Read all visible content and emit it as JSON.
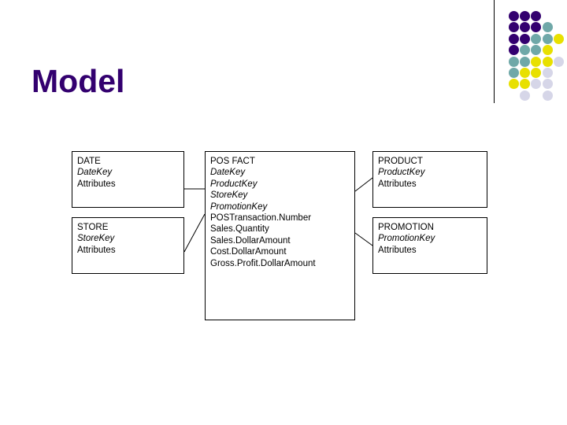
{
  "slide": {
    "title": "Model",
    "title_color": "#33006f",
    "background_color": "#ffffff"
  },
  "decoration": {
    "rule_color": "#000000",
    "dot_colors": {
      "purple": "#33006f",
      "teal": "#6fa8a8",
      "yellow": "#e8e000",
      "lavender": "#d6d6e8"
    },
    "dot_grid": [
      {
        "row": 1,
        "col": 1,
        "color": "purple"
      },
      {
        "row": 1,
        "col": 2,
        "color": "purple"
      },
      {
        "row": 1,
        "col": 3,
        "color": "purple"
      },
      {
        "row": 2,
        "col": 1,
        "color": "purple"
      },
      {
        "row": 2,
        "col": 2,
        "color": "purple"
      },
      {
        "row": 2,
        "col": 3,
        "color": "purple"
      },
      {
        "row": 2,
        "col": 4,
        "color": "teal"
      },
      {
        "row": 3,
        "col": 1,
        "color": "purple"
      },
      {
        "row": 3,
        "col": 2,
        "color": "purple"
      },
      {
        "row": 3,
        "col": 3,
        "color": "teal"
      },
      {
        "row": 3,
        "col": 4,
        "color": "teal"
      },
      {
        "row": 3,
        "col": 5,
        "color": "yellow"
      },
      {
        "row": 4,
        "col": 1,
        "color": "purple"
      },
      {
        "row": 4,
        "col": 2,
        "color": "teal"
      },
      {
        "row": 4,
        "col": 3,
        "color": "teal"
      },
      {
        "row": 4,
        "col": 4,
        "color": "yellow"
      },
      {
        "row": 5,
        "col": 1,
        "color": "teal"
      },
      {
        "row": 5,
        "col": 2,
        "color": "teal"
      },
      {
        "row": 5,
        "col": 3,
        "color": "yellow"
      },
      {
        "row": 5,
        "col": 4,
        "color": "yellow"
      },
      {
        "row": 5,
        "col": 5,
        "color": "lavender"
      },
      {
        "row": 6,
        "col": 1,
        "color": "teal"
      },
      {
        "row": 6,
        "col": 2,
        "color": "yellow"
      },
      {
        "row": 6,
        "col": 3,
        "color": "yellow"
      },
      {
        "row": 6,
        "col": 4,
        "color": "lavender"
      },
      {
        "row": 7,
        "col": 1,
        "color": "yellow"
      },
      {
        "row": 7,
        "col": 2,
        "color": "yellow"
      },
      {
        "row": 7,
        "col": 3,
        "color": "lavender"
      },
      {
        "row": 7,
        "col": 4,
        "color": "lavender"
      },
      {
        "row": 8,
        "col": 2,
        "color": "lavender"
      },
      {
        "row": 8,
        "col": 4,
        "color": "lavender"
      }
    ]
  },
  "diagram": {
    "entities": [
      {
        "id": "date",
        "name": "DATE",
        "lines": [
          {
            "text": "DATE",
            "italic": false
          },
          {
            "text": "DateKey",
            "italic": true
          },
          {
            "text": "Attributes",
            "italic": false
          }
        ]
      },
      {
        "id": "store",
        "name": "STORE",
        "lines": [
          {
            "text": "STORE",
            "italic": false
          },
          {
            "text": "StoreKey",
            "italic": true
          },
          {
            "text": "Attributes",
            "italic": false
          }
        ]
      },
      {
        "id": "posfact",
        "name": "POS FACT",
        "lines": [
          {
            "text": "POS FACT",
            "italic": false
          },
          {
            "text": "DateKey",
            "italic": true
          },
          {
            "text": "ProductKey",
            "italic": true
          },
          {
            "text": "StoreKey",
            "italic": true
          },
          {
            "text": "PromotionKey",
            "italic": true
          },
          {
            "text": "POSTransaction.Number",
            "italic": false
          },
          {
            "text": "Sales.Quantity",
            "italic": false
          },
          {
            "text": "Sales.DollarAmount",
            "italic": false
          },
          {
            "text": "Cost.DollarAmount",
            "italic": false
          },
          {
            "text": "Gross.Profit.DollarAmount",
            "italic": false
          }
        ]
      },
      {
        "id": "product",
        "name": "PRODUCT",
        "lines": [
          {
            "text": "PRODUCT",
            "italic": false
          },
          {
            "text": "ProductKey",
            "italic": true
          },
          {
            "text": "Attributes",
            "italic": false
          }
        ]
      },
      {
        "id": "promotion",
        "name": "PROMOTION",
        "lines": [
          {
            "text": "PROMOTION",
            "italic": false
          },
          {
            "text": "PromotionKey",
            "italic": true
          },
          {
            "text": "Attributes",
            "italic": false
          }
        ]
      }
    ],
    "relationships": [
      {
        "from": "date",
        "to": "posfact"
      },
      {
        "from": "store",
        "to": "posfact"
      },
      {
        "from": "posfact",
        "to": "product"
      },
      {
        "from": "posfact",
        "to": "promotion"
      }
    ]
  }
}
